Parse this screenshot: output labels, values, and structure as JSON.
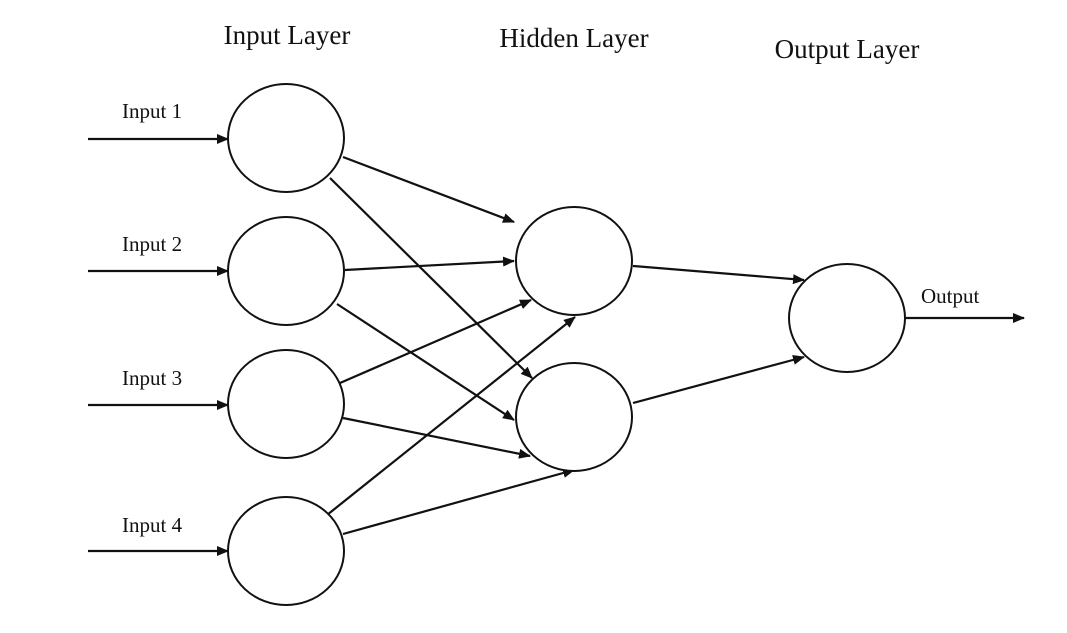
{
  "diagram": {
    "layers": [
      {
        "title": "Input Layer"
      },
      {
        "title": "Hidden Layer"
      },
      {
        "title": "Output Layer"
      }
    ],
    "input_labels": [
      "Input 1",
      "Input 2",
      "Input 3",
      "Input 4"
    ],
    "output_label": "Output",
    "colors": {
      "stroke": "#111111",
      "background": "#ffffff"
    }
  }
}
